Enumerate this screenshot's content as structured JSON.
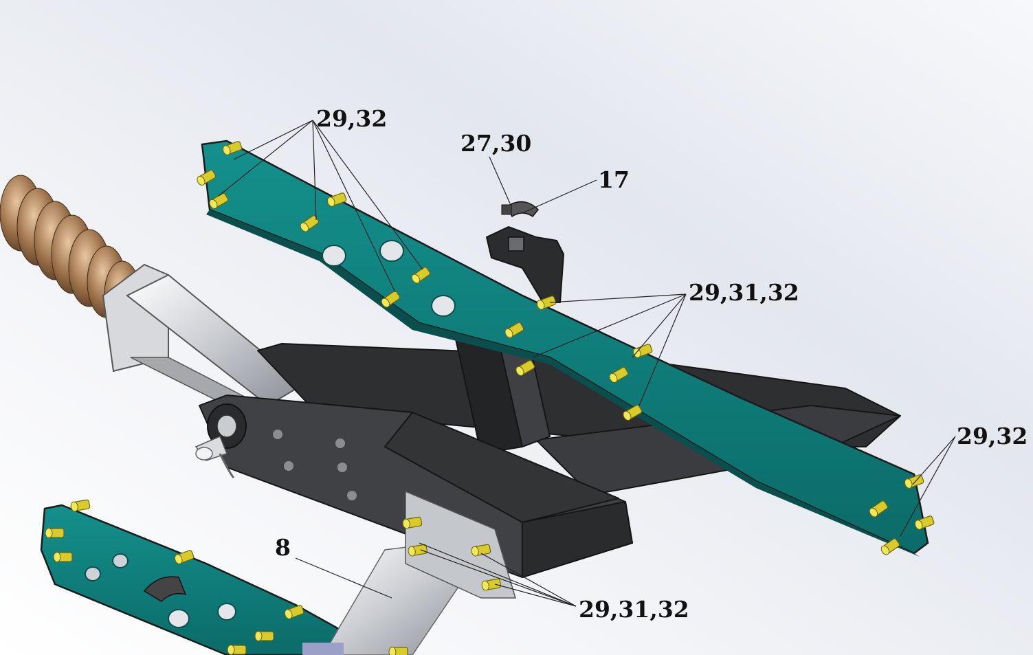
{
  "callouts": [
    {
      "id": "c1",
      "label": "29,32"
    },
    {
      "id": "c2",
      "label": "27,30"
    },
    {
      "id": "c3",
      "label": "17"
    },
    {
      "id": "c4",
      "label": "29,31,32"
    },
    {
      "id": "c5",
      "label": "29,32"
    },
    {
      "id": "c6",
      "label": "8"
    },
    {
      "id": "c7",
      "label": "29,31,32"
    }
  ],
  "colors": {
    "background_light": "#ffffff",
    "background_shade": "#d6dce6",
    "plate_teal": "#0f7b78",
    "frame_dark": "#3a3a3c",
    "bolt_yellow": "#d9cc2a",
    "spring_bronze": "#9a6f48",
    "steel_grey": "#c9ccd1"
  }
}
